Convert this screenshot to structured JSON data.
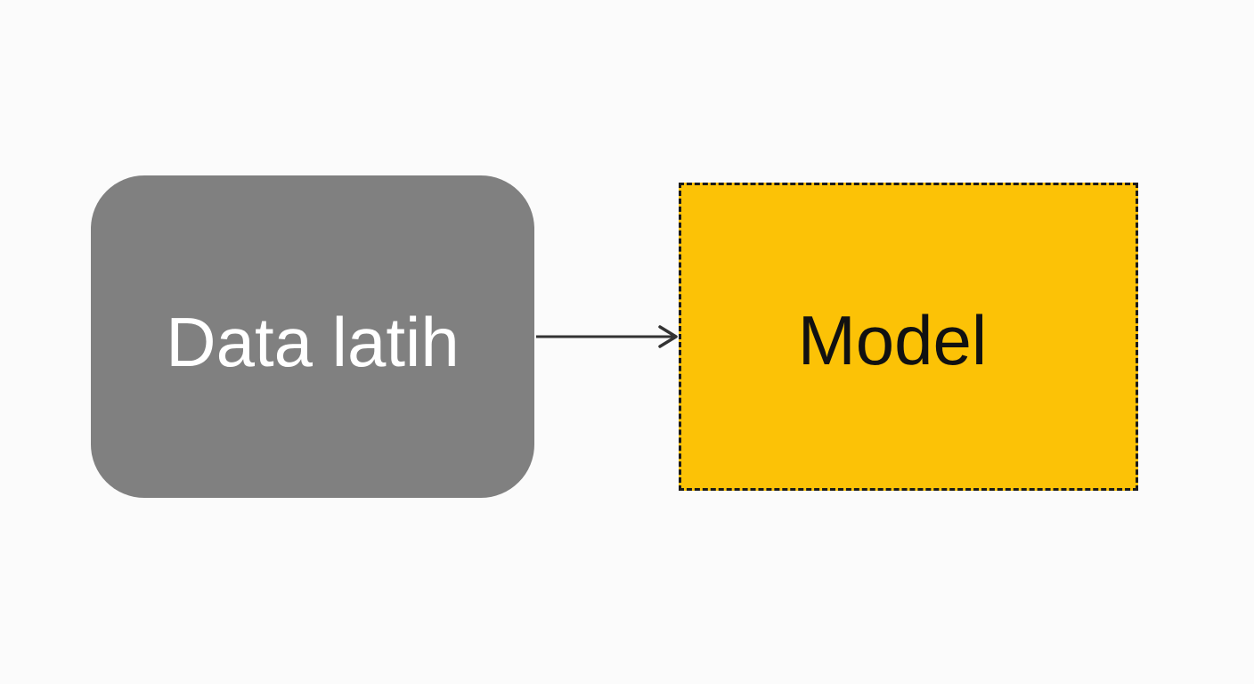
{
  "nodes": {
    "source": {
      "label": "Data latih",
      "color": "#808080",
      "text_color": "#ffffff"
    },
    "target": {
      "label": "Model",
      "color": "#fcc206",
      "text_color": "#111111",
      "border": "dashed"
    }
  },
  "edges": [
    {
      "from": "source",
      "to": "target",
      "style": "arrow",
      "color": "#333333"
    }
  ]
}
